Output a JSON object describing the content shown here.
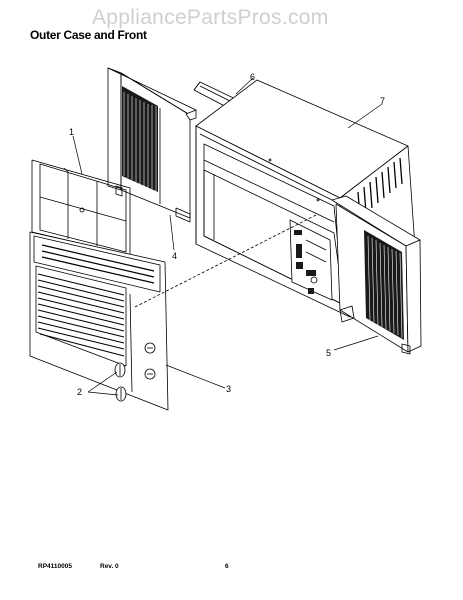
{
  "watermark": "AppliancePartsPros.com",
  "title": "Outer Case and Front",
  "callouts": [
    {
      "id": "1",
      "label": "1"
    },
    {
      "id": "2",
      "label": "2"
    },
    {
      "id": "3",
      "label": "3"
    },
    {
      "id": "4",
      "label": "4"
    },
    {
      "id": "5",
      "label": "5"
    },
    {
      "id": "6",
      "label": "6"
    },
    {
      "id": "7",
      "label": "7"
    }
  ],
  "footer": {
    "doc_number": "RP4110005",
    "revision": "Rev. 0",
    "page": "6"
  }
}
